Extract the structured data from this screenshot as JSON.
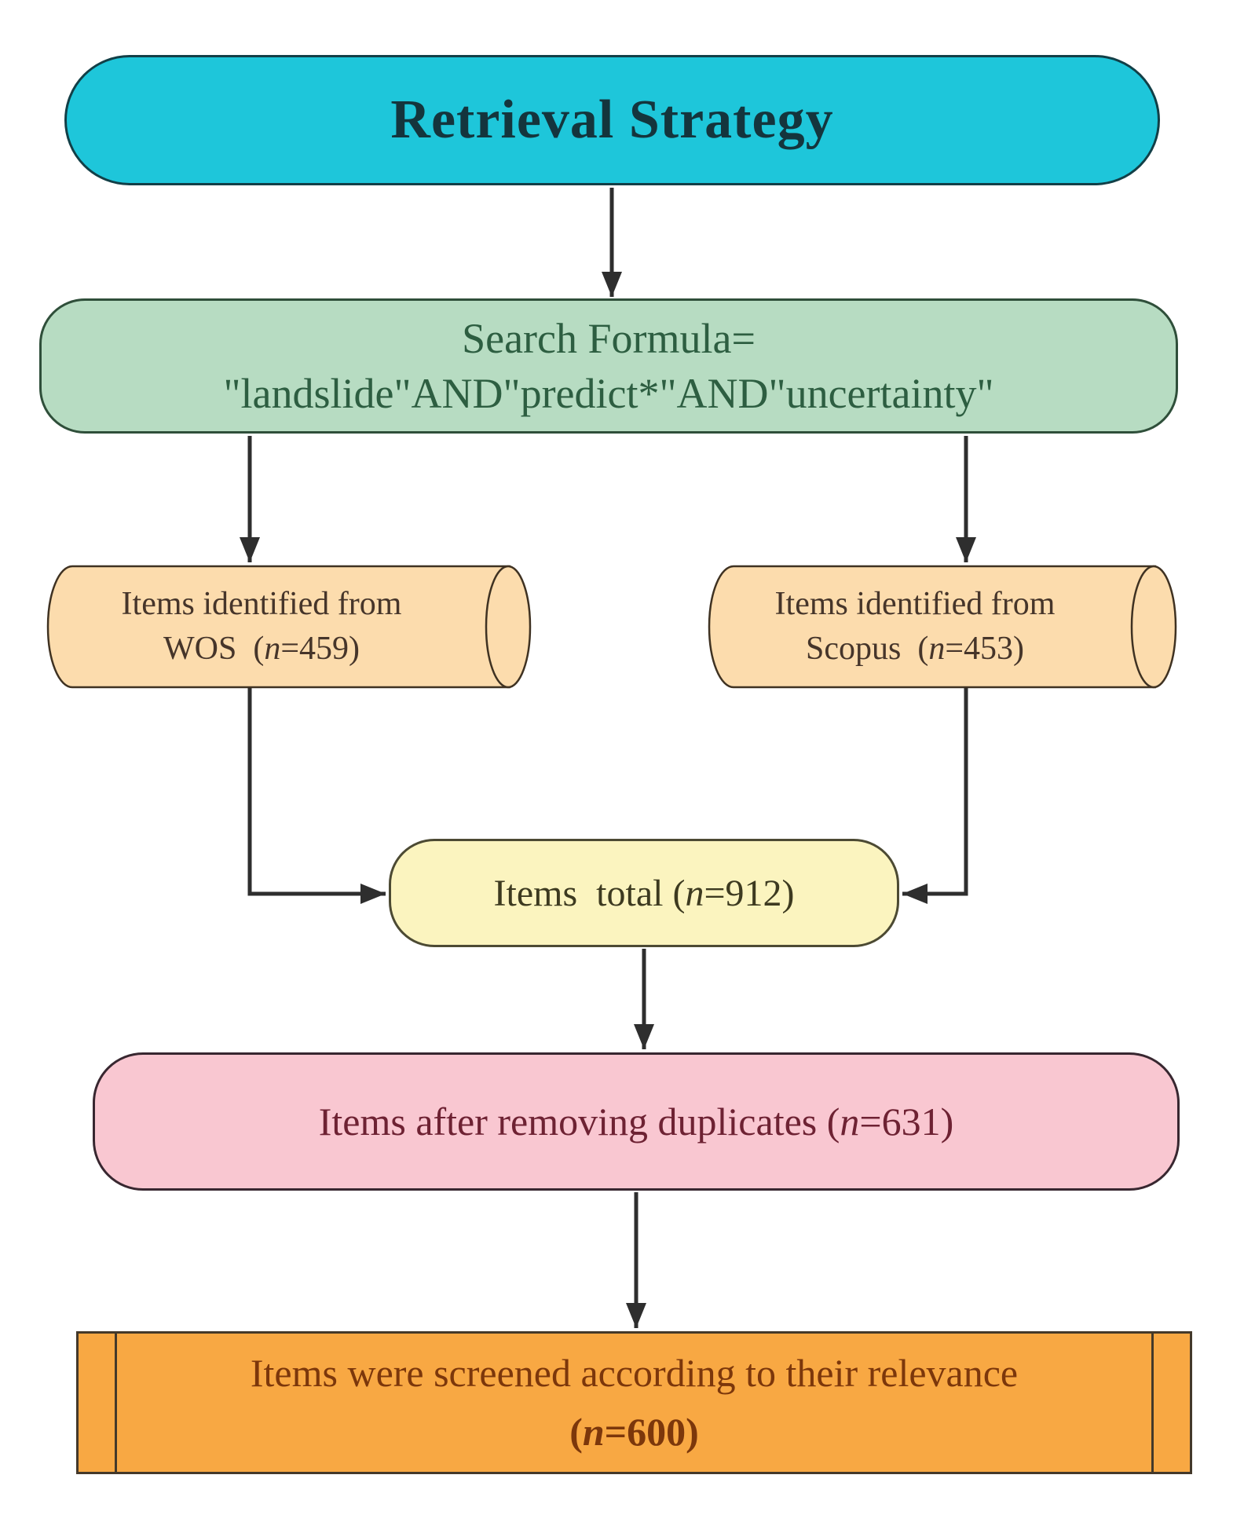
{
  "colors": {
    "title_fill": "#1ec6da",
    "search_fill": "#b7dcc2",
    "source_fill": "#fcdcad",
    "total_fill": "#fbf4bf",
    "dedup_fill": "#f9c7d1",
    "screened_fill": "#f8a843",
    "arrow": "#2e2e2e"
  },
  "nodes": {
    "title": {
      "text": "Retrieval Strategy"
    },
    "search": {
      "line1": "Search Formula=",
      "line2": "\"landslide\"AND\"predict*\"AND\"uncertainty\""
    },
    "wos": {
      "line1": "Items identified from",
      "pre": "WOS  (",
      "n": "n",
      "post": "=459)"
    },
    "scopus": {
      "line1": "Items identified from",
      "pre": "Scopus  (",
      "n": "n",
      "post": "=453)"
    },
    "total": {
      "pre": "Items  total (",
      "n": "n",
      "post": "=912)"
    },
    "dedup": {
      "pre": "Items after removing duplicates (",
      "n": "n",
      "post": "=631)"
    },
    "screened": {
      "line1": "Items were screened according to their relevance",
      "pre": "(",
      "n": "n",
      "post": "=600)"
    }
  }
}
